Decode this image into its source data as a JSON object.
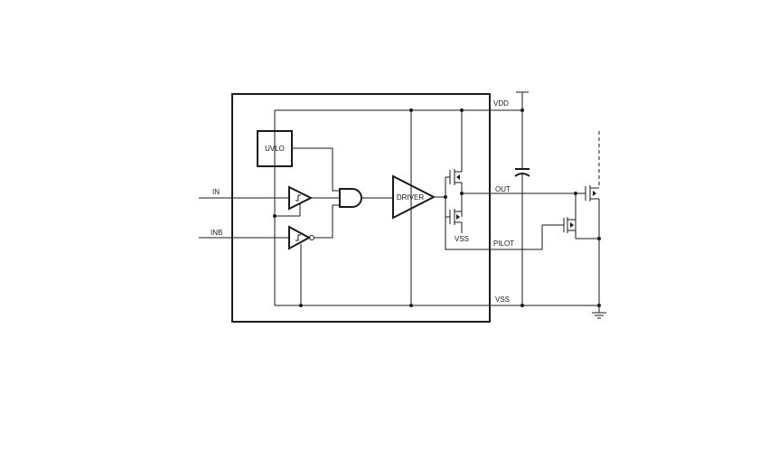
{
  "pins": {
    "in": "IN",
    "inb": "INB",
    "vdd": "VDD",
    "out": "OUT",
    "pilot": "PILOT",
    "vss": "VSS",
    "vss_internal": "VSS"
  },
  "blocks": {
    "uvlo": "UVLO",
    "driver": "DRIVER"
  },
  "colors": {
    "line": "#1a1a1a",
    "background": "#ffffff"
  }
}
